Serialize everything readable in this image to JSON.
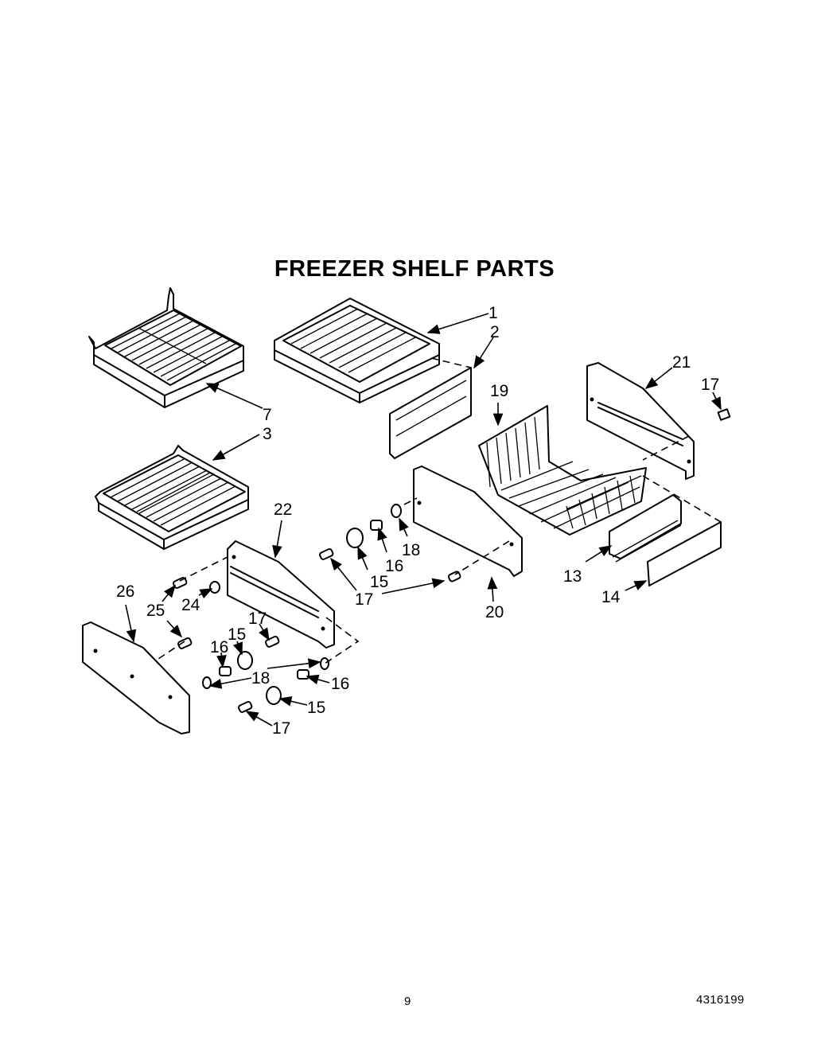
{
  "title": "FREEZER SHELF PARTS",
  "page_number": "9",
  "document_number": "4316199",
  "callouts": {
    "c1": "1",
    "c2": "2",
    "c7": "7",
    "c3": "3",
    "c21": "21",
    "c17a": "17",
    "c19": "19",
    "c22": "22",
    "c18a": "18",
    "c16a": "16",
    "c15a": "15",
    "c17b": "17",
    "c20": "20",
    "c13": "13",
    "c14": "14",
    "c26": "26",
    "c25": "25",
    "c24": "24",
    "c17c": "17",
    "c15b": "15",
    "c16b": "16",
    "c18b": "18",
    "c16c": "16",
    "c15c": "15",
    "c17d": "17"
  }
}
